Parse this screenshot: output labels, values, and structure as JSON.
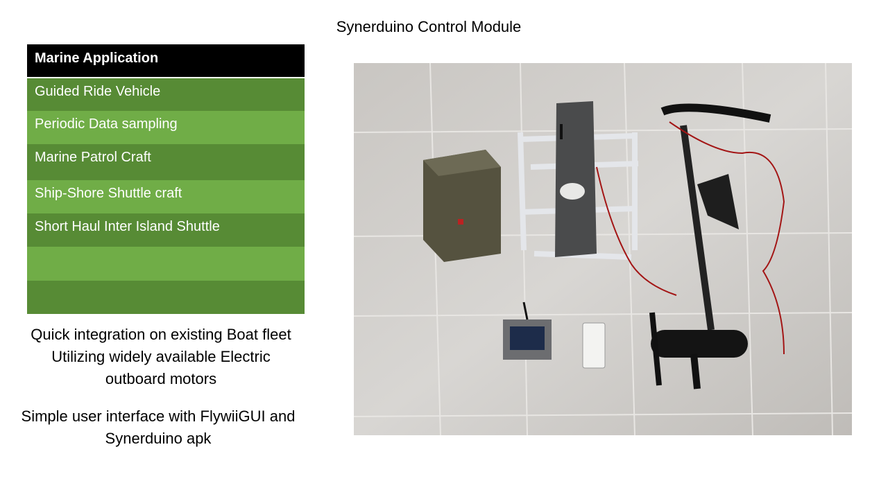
{
  "slide": {
    "title": "Synerduino Control Module"
  },
  "table": {
    "header": "Marine Application",
    "rows": [
      "Guided Ride Vehicle",
      "Periodic Data sampling",
      "Marine Patrol Craft",
      "Ship-Shore Shuttle craft",
      "Short Haul Inter Island Shuttle",
      "",
      ""
    ]
  },
  "notes": {
    "integration": [
      "Quick integration on existing Boat fleet",
      "Utilizing widely available Electric",
      "outboard motors"
    ],
    "interface": [
      "Simple user interface with FlywiiGUI and",
      "Synerduino apk"
    ]
  },
  "colors": {
    "row_dark": "#578B35",
    "row_light": "#70AD47",
    "header": "#000000"
  }
}
